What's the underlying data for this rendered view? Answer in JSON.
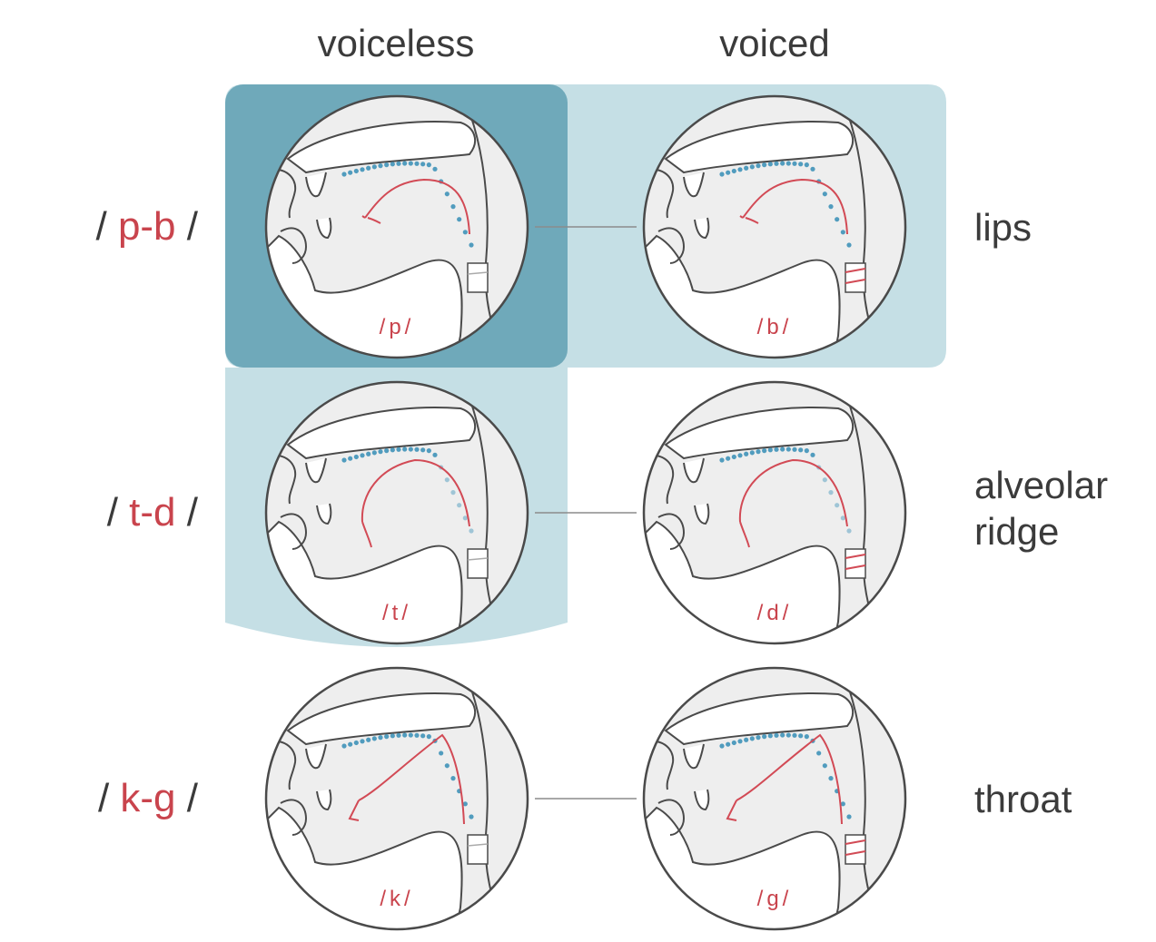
{
  "columns": {
    "voiceless": "voiceless",
    "voiced": "voiced"
  },
  "rows": [
    {
      "pair_open": "/",
      "pair": "p-b",
      "pair_close": "/",
      "place_lines": [
        "lips"
      ],
      "voiceless_symbol": "/p/",
      "voiced_symbol": "/b/"
    },
    {
      "pair_open": "/",
      "pair": "t-d",
      "pair_close": "/",
      "place_lines": [
        "alveolar",
        "ridge"
      ],
      "voiceless_symbol": "/t/",
      "voiced_symbol": "/d/"
    },
    {
      "pair_open": "/",
      "pair": "k-g",
      "pair_close": "/",
      "place_lines": [
        "throat"
      ],
      "voiceless_symbol": "/k/",
      "voiced_symbol": "/g/"
    }
  ],
  "colors": {
    "highlight_dark": "#6fa9ba",
    "highlight_light": "#c5dfe5",
    "outline": "#4a4a4a",
    "tongue": "#d24a55",
    "dots": "#3f92b8",
    "symbol": "#c9444d",
    "fill_gray": "#eeeeee"
  }
}
